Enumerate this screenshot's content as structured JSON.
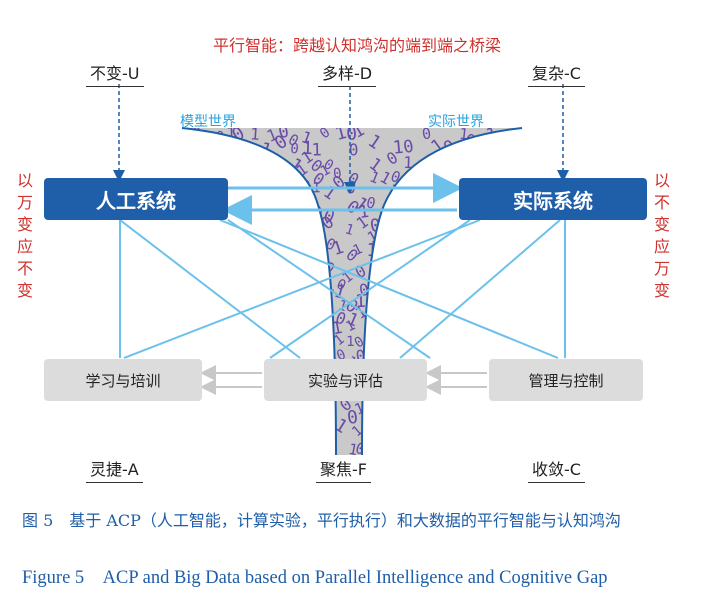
{
  "title": "平行智能：跨越认知鸿沟的端到端之桥梁",
  "top_labels": {
    "left": "不变-U",
    "center": "多样-D",
    "right": "复杂-C"
  },
  "worlds": {
    "model": "模型世界",
    "real": "实际世界"
  },
  "side_text": {
    "left": "以万变应不变",
    "right": "以不变应万变"
  },
  "systems": {
    "artificial": "人工系统",
    "actual": "实际系统"
  },
  "processes": {
    "learning": "学习与培训",
    "experiment": "实验与评估",
    "management": "管理与控制"
  },
  "bottom_labels": {
    "left": "灵捷-A",
    "center": "聚焦-F",
    "right": "收敛-C"
  },
  "funnel_digits": "0101011001010110101001101010011010100110",
  "caption": {
    "cn": "图 5　基于 ACP（人工智能，计算实验，平行执行）和大数据的平行智能与认知鸿沟",
    "en": "Figure 5　ACP and Big Data based on Parallel Intelligence and Cognitive Gap"
  },
  "colors": {
    "accent_red": "#d0312d",
    "system_blue": "#1f5ea8",
    "line_blue": "#6cc1ec",
    "funnel_gray": "#c9c9c9",
    "digit_purple": "#6a4ca8",
    "gray_box": "#dcdcdc"
  }
}
